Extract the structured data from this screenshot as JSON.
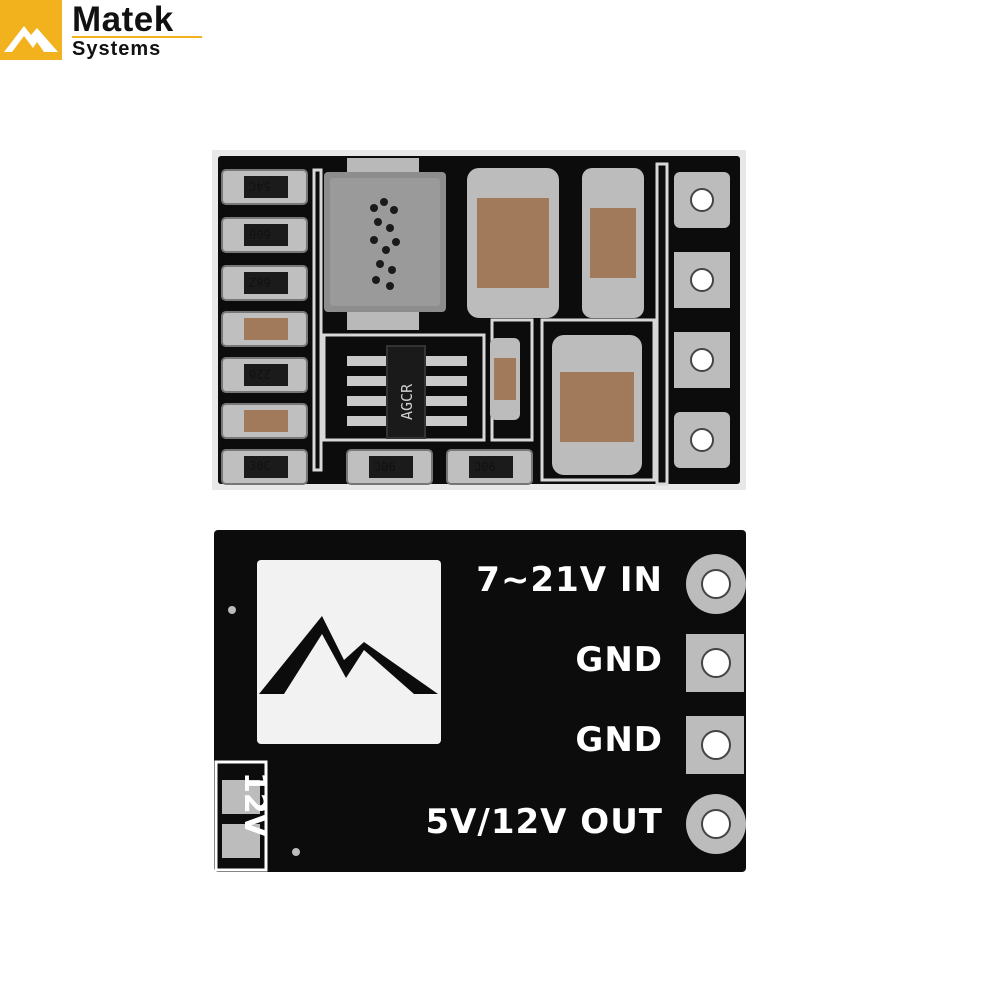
{
  "brand": {
    "line1": "Matek",
    "line2": "Systems",
    "accent_color": "#f1b21e",
    "icon": "mountain-logo-icon"
  },
  "top_board": {
    "resistor_codes": [
      "54C",
      "60B",
      "68Z",
      "220",
      "30C",
      "90C",
      "90C"
    ],
    "ic_marking": "AGCR"
  },
  "bottom_board": {
    "pins": [
      {
        "label": "7~21V IN"
      },
      {
        "label": "GND"
      },
      {
        "label": "GND"
      },
      {
        "label": "5V/12V OUT"
      }
    ],
    "jumper_label": "12V",
    "logo_icon": "matek-mountain-icon"
  },
  "colors": {
    "pcb": "#0c0c0c",
    "silkscreen": "#ffffff",
    "pad": "#c9c9c9",
    "capacitor": "#a07a5a"
  }
}
